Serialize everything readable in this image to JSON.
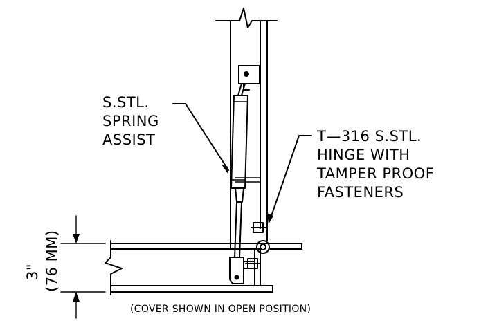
{
  "labels": {
    "spring_assist": [
      "S.STL.",
      "SPRING",
      "ASSIST"
    ],
    "hinge": [
      "T—316 S.STL.",
      "HINGE WITH",
      "TAMPER PROOF",
      "FASTENERS"
    ],
    "dimension_imperial": "3\"",
    "dimension_metric": "(76 MM)",
    "caption": "(COVER SHOWN IN OPEN POSITION)"
  }
}
